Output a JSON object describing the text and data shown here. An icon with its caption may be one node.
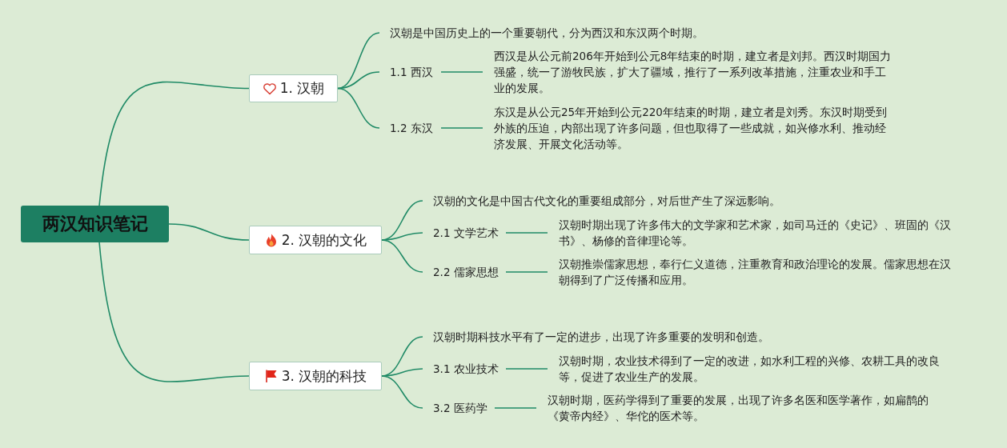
{
  "diagram": {
    "nodes": [
      {
        "text": [
          "两汉知识笔记"
        ]
      },
      {
        "text": [
          "1. 汉朝"
        ]
      },
      {
        "text": [
          "汉朝是中国历史上的一个重要朝代，分为西汉和东汉两个时期。"
        ]
      },
      {
        "text": [
          "1.1 西汉"
        ]
      },
      {
        "text": [
          "西汉是从公元前206年开始到公元8年结束的时期，建立者是刘邦。西汉时期国力强盛，统一了游牧民族，扩大了疆域，推行了一系列改革措施，注重农业和手工业的发展。"
        ]
      },
      {
        "text": [
          "1.2 东汉"
        ]
      },
      {
        "text": [
          "东汉是从公元25年开始到公元220年结束的时期，建立者是刘秀。东汉时期受到外族的压迫，内部出现了许多问题，但也取得了一些成就，如兴修水利、推动经济发展、开展文化活动等。"
        ]
      },
      {
        "text": [
          "2. 汉朝的文化"
        ]
      },
      {
        "text": [
          "汉朝的文化是中国古代文化的重要组成部分，对后世产生了深远影响。"
        ]
      },
      {
        "text": [
          "2.1 文学艺术"
        ]
      },
      {
        "text": [
          "汉朝时期出现了许多伟大的文学家和艺术家，如司马迁的《史记》、班固的《汉书》、杨修的音律理论等。"
        ]
      },
      {
        "text": [
          "2.2 儒家思想"
        ]
      },
      {
        "text": [
          "汉朝推崇儒家思想，奉行仁义道德，注重教育和政治理论的发展。儒家思想在汉朝得到了广泛传播和应用。"
        ]
      },
      {
        "text": [
          "3. 汉朝的科技"
        ]
      },
      {
        "text": [
          "汉朝时期科技水平有了一定的进步，出现了许多重要的发明和创造。"
        ]
      },
      {
        "text": [
          "3.1 农业技术"
        ]
      },
      {
        "text": [
          "汉朝时期，农业技术得到了一定的改进，如水利工程的兴修、农耕工具的改良等，促进了农业生产的发展。"
        ]
      },
      {
        "text": [
          "3.2 医药学"
        ]
      },
      {
        "text": [
          "汉朝时期，医药学得到了重要的发展，出现了许多名医和医学著作，如扁鹊的《黄帝内经》、华佗的医术等。"
        ]
      }
    ],
    "edges": [
      {
        "from": 0,
        "to": 1,
        "arrow": "none"
      },
      {
        "from": 0,
        "to": 7,
        "arrow": "none"
      },
      {
        "from": 0,
        "to": 13,
        "arrow": "none"
      },
      {
        "from": 1,
        "to": 2,
        "arrow": "none"
      },
      {
        "from": 1,
        "to": 3,
        "arrow": "none"
      },
      {
        "from": 1,
        "to": 5,
        "arrow": "none"
      },
      {
        "from": 3,
        "to": 4,
        "arrow": "none"
      },
      {
        "from": 5,
        "to": 6,
        "arrow": "none"
      },
      {
        "from": 7,
        "to": 8,
        "arrow": "none"
      },
      {
        "from": 7,
        "to": 9,
        "arrow": "none"
      },
      {
        "from": 7,
        "to": 11,
        "arrow": "none"
      },
      {
        "from": 9,
        "to": 10,
        "arrow": "none"
      },
      {
        "from": 11,
        "to": 12,
        "arrow": "none"
      },
      {
        "from": 13,
        "to": 14,
        "arrow": "none"
      },
      {
        "from": 13,
        "to": 15,
        "arrow": "none"
      },
      {
        "from": 13,
        "to": 17,
        "arrow": "none"
      },
      {
        "from": 15,
        "to": 16,
        "arrow": "none"
      },
      {
        "from": 17,
        "to": 18,
        "arrow": "none"
      }
    ]
  }
}
